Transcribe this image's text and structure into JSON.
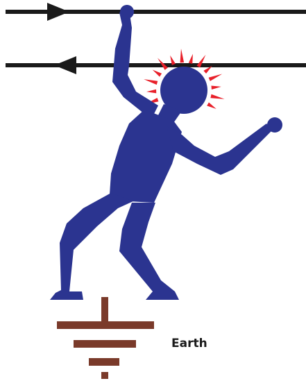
{
  "colors": {
    "wire": "#1a1a1a",
    "figure": "#2b3490",
    "shock": "#e8202a",
    "ground": "#7a3a2a",
    "label": "#1a1a1a",
    "background": "#ffffff"
  },
  "icons": {
    "upper_wire_arrow": "arrow-right",
    "lower_wire_arrow": "arrow-left",
    "shock_burst": "electric-shock-burst",
    "person": "electrocuted-person",
    "ground_symbol": "earth-ground-symbol"
  },
  "labels": {
    "earth": "Earth"
  }
}
